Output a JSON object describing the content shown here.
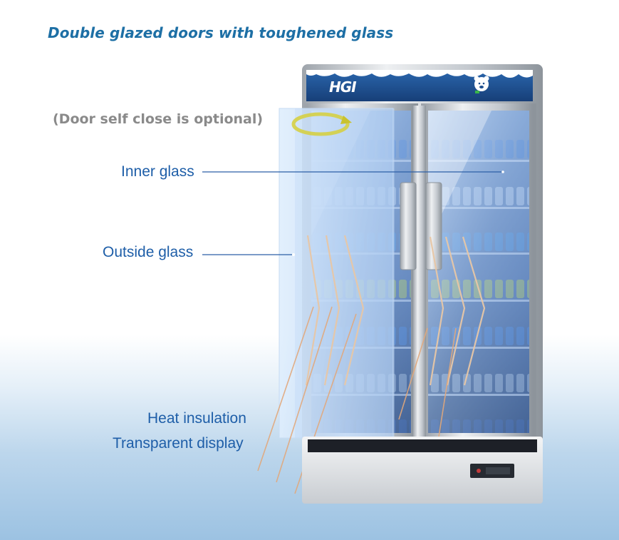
{
  "title": "Double glazed doors with toughened glass",
  "subtitle": "(Door self close is optional)",
  "callouts": {
    "inner_glass": "Inner glass",
    "outside_glass": "Outside glass",
    "heat_insulation": "Heat insulation",
    "transparent_display": "Transparent display"
  },
  "fridge": {
    "brand": "HGI",
    "mascot_icon": "polar-bear-icon",
    "door_rotate_icon": "rotate-arrow-icon"
  },
  "colors": {
    "title": "#1d6fa5",
    "subtitle": "#8a8a8a",
    "label": "#1e5ea8",
    "header_panel": "#1f4f8f",
    "frame_silver": "#c9cdd2",
    "glass_tint": "#8fb6e6"
  }
}
